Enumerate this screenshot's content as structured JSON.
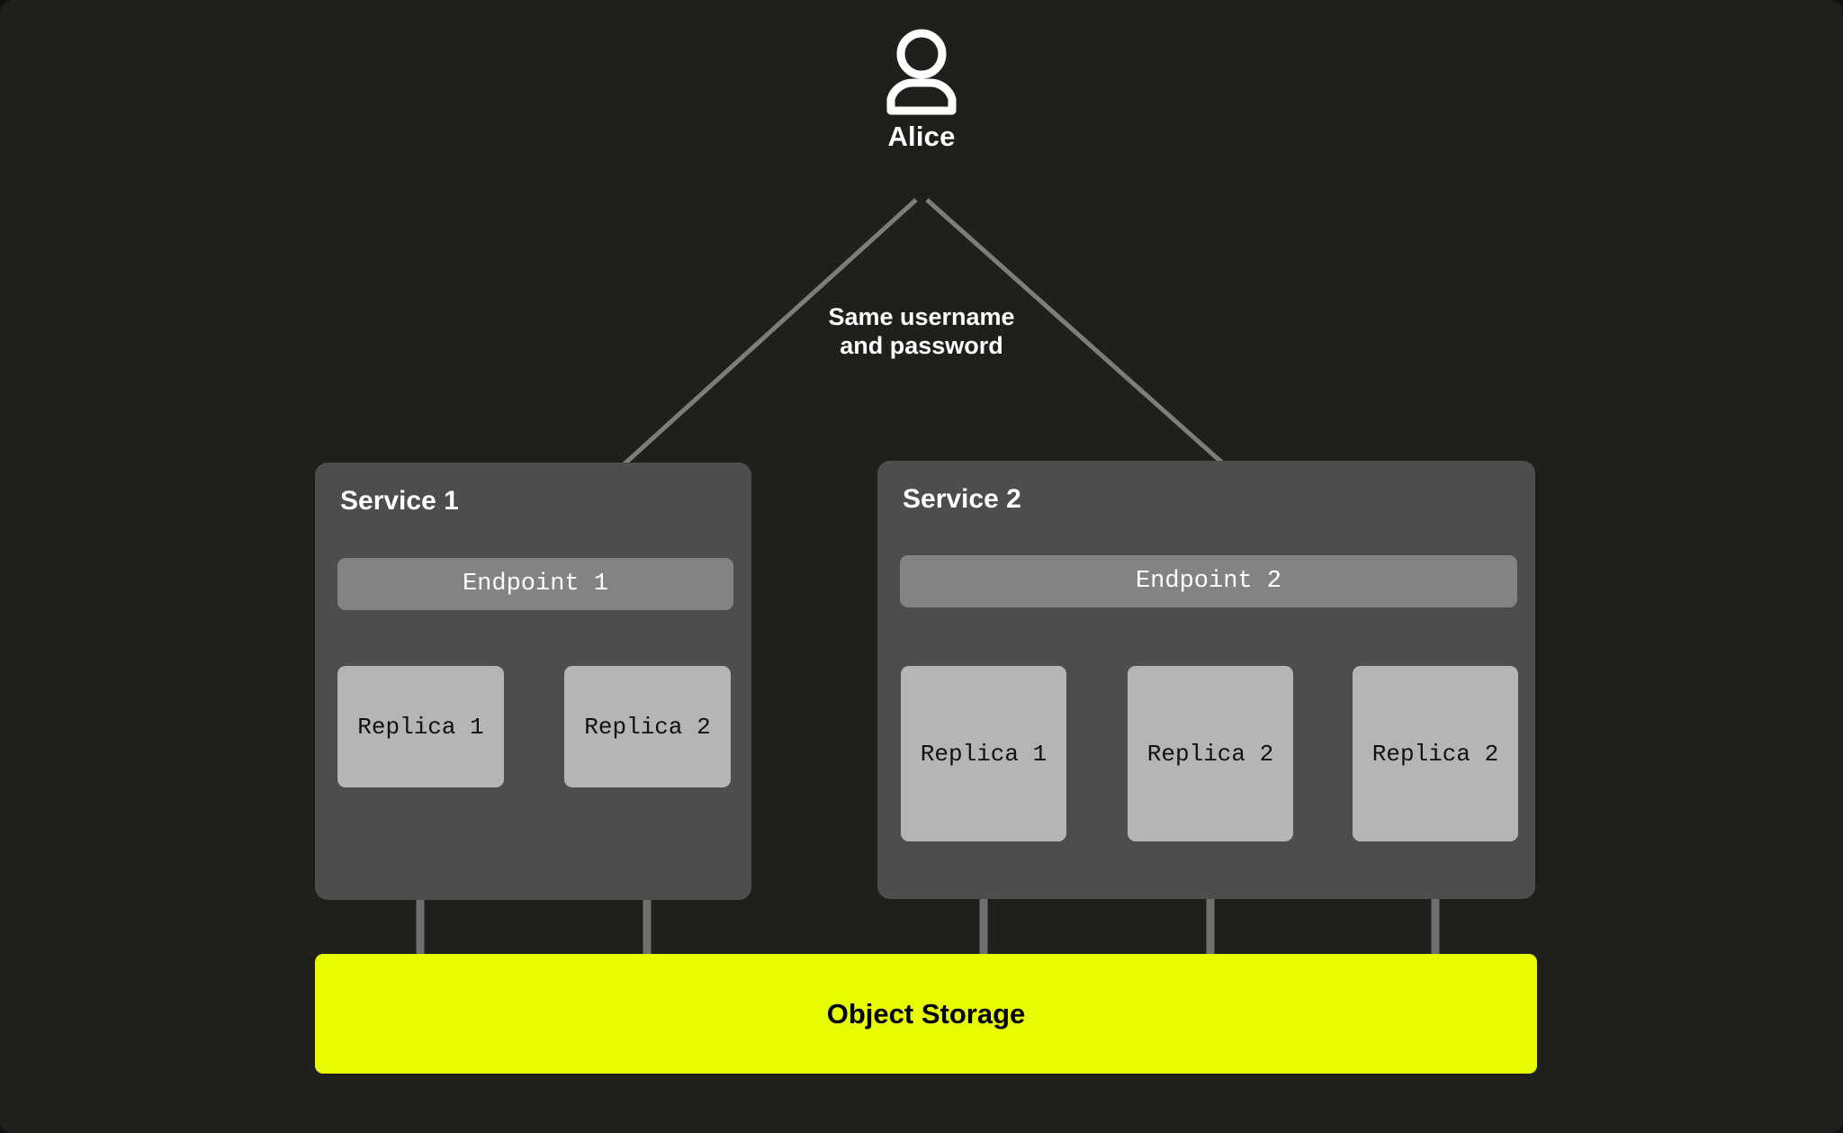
{
  "diagram": {
    "background_color": "#1f201b",
    "user": {
      "icon": "user-avatar-icon",
      "label": "Alice"
    },
    "edge_note": {
      "line1": "Same username",
      "line2": "and password"
    },
    "services": [
      {
        "title": "Service 1",
        "endpoint": "Endpoint 1",
        "replicas": [
          "Replica 1",
          "Replica 2"
        ]
      },
      {
        "title": "Service 2",
        "endpoint": "Endpoint 2",
        "replicas": [
          "Replica 1",
          "Replica 2",
          "Replica 2"
        ]
      }
    ],
    "storage": {
      "label": "Object Storage",
      "color": "#e8fc00"
    },
    "colors": {
      "panel": "#4d4d4d",
      "endpoint": "#838383",
      "replica": "#b5b5b5",
      "connector": "#6f6f6f",
      "accent": "#e8fc00",
      "text_light": "#ffffff",
      "text_dark": "#000000"
    }
  }
}
